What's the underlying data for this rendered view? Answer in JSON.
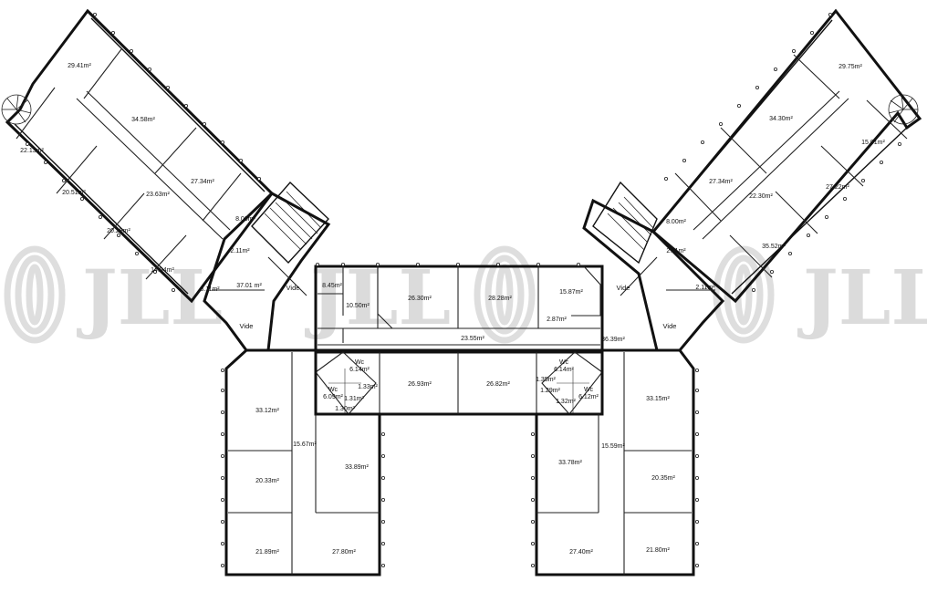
{
  "watermark": {
    "text": "JLL",
    "color": "#9a9a9a"
  },
  "rooms": [
    {
      "id": "r-nw-1",
      "area": "29.41m²"
    },
    {
      "id": "r-nw-2",
      "area": "34.58m²"
    },
    {
      "id": "r-nw-3",
      "area": "22.13m²"
    },
    {
      "id": "r-nw-4",
      "area": "27.34m²"
    },
    {
      "id": "r-nw-5",
      "area": "23.63m²"
    },
    {
      "id": "r-nw-6",
      "area": "20.51m²"
    },
    {
      "id": "r-nw-7",
      "area": "20.28m²"
    },
    {
      "id": "r-nw-8",
      "area": "8.00m²"
    },
    {
      "id": "r-nw-9",
      "area": "14.94m²"
    },
    {
      "id": "r-nw-10",
      "area": "2.11m²"
    },
    {
      "id": "r-nw-11",
      "area": "3.11m²"
    },
    {
      "id": "r-nw-12",
      "area": "37.01 m²"
    },
    {
      "id": "r-ne-1",
      "area": "29.75m²"
    },
    {
      "id": "r-ne-2",
      "area": "34.30m²"
    },
    {
      "id": "r-ne-3",
      "area": "15.01m²"
    },
    {
      "id": "r-ne-4",
      "area": "27.34m²"
    },
    {
      "id": "r-ne-5",
      "area": "22.30m²"
    },
    {
      "id": "r-ne-6",
      "area": "27.22m²"
    },
    {
      "id": "r-ne-7",
      "area": "8.00m²"
    },
    {
      "id": "r-ne-8",
      "area": "35.52m²"
    },
    {
      "id": "r-ne-9",
      "area": "2.11m²"
    },
    {
      "id": "r-ne-10",
      "area": "2.11m²"
    },
    {
      "id": "r-c-1",
      "area": "8.45m²"
    },
    {
      "id": "r-c-2",
      "area": "10.50m²"
    },
    {
      "id": "r-c-3",
      "area": "26.30m²"
    },
    {
      "id": "r-c-4",
      "area": "28.28m²"
    },
    {
      "id": "r-c-5",
      "area": "15.87m²"
    },
    {
      "id": "r-c-6",
      "area": "2.87m²"
    },
    {
      "id": "r-c-7",
      "area": "23.55m²"
    },
    {
      "id": "r-c-8",
      "area": "36.39m²"
    },
    {
      "id": "r-c-9",
      "area": "26.93m²"
    },
    {
      "id": "r-c-10",
      "area": "26.82m²"
    },
    {
      "id": "r-w-1",
      "area": "33.12m²"
    },
    {
      "id": "r-w-2",
      "area": "15.67m²"
    },
    {
      "id": "r-w-3",
      "area": "20.33m²"
    },
    {
      "id": "r-w-4",
      "area": "33.89m²"
    },
    {
      "id": "r-w-5",
      "area": "21.89m²"
    },
    {
      "id": "r-w-6",
      "area": "27.80m²"
    },
    {
      "id": "r-e-1",
      "area": "33.15m²"
    },
    {
      "id": "r-e-2",
      "area": "15.59m²"
    },
    {
      "id": "r-e-3",
      "area": "20.35m²"
    },
    {
      "id": "r-e-4",
      "area": "33.78m²"
    },
    {
      "id": "r-e-5",
      "area": "21.80m²"
    },
    {
      "id": "r-e-6",
      "area": "27.40m²"
    },
    {
      "id": "r-wc-1",
      "area": "6.14m²"
    },
    {
      "id": "r-wc-2",
      "area": "6.09m²"
    },
    {
      "id": "r-wc-3",
      "area": "1.33m²"
    },
    {
      "id": "r-wc-4",
      "area": "1.31m²"
    },
    {
      "id": "r-wc-5",
      "area": "1.30m²"
    },
    {
      "id": "r-wc-6",
      "area": "6.14m²"
    },
    {
      "id": "r-wc-7",
      "area": "6.12m²"
    },
    {
      "id": "r-wc-8",
      "area": "1.35m²"
    },
    {
      "id": "r-wc-9",
      "area": "1.29m²"
    },
    {
      "id": "r-wc-10",
      "area": "1.32m²"
    }
  ],
  "labels": {
    "vide": "Vide",
    "wc": "Wc"
  }
}
